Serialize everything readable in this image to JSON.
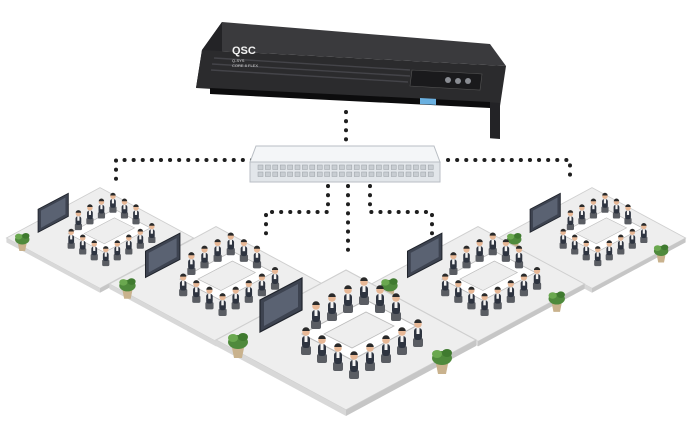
{
  "device": {
    "brand": "QSC",
    "model_line1": "Q-SYS",
    "model_line2": "CORE 8 FLEX"
  },
  "colors": {
    "device_body": "#2b2b2d",
    "device_face": "#1b1b1d",
    "switch_body": "#e9ecef",
    "connector": "#1e1e1e",
    "floor": "#eeeeee",
    "floor_edge": "#cfcfcf",
    "table": "#ffffff",
    "chair": "#5a5d63",
    "person_suit": "#2e3440",
    "person_shirt": "#f4f4f4",
    "skin": "#e8b896",
    "screen": "#3d4350",
    "plant_leaf": "#4f8a3c",
    "plant_pot": "#c9b28d"
  },
  "icons": {
    "processor": "dsp-core-icon",
    "network_switch": "network-switch-icon",
    "room": "conference-room-icon"
  }
}
